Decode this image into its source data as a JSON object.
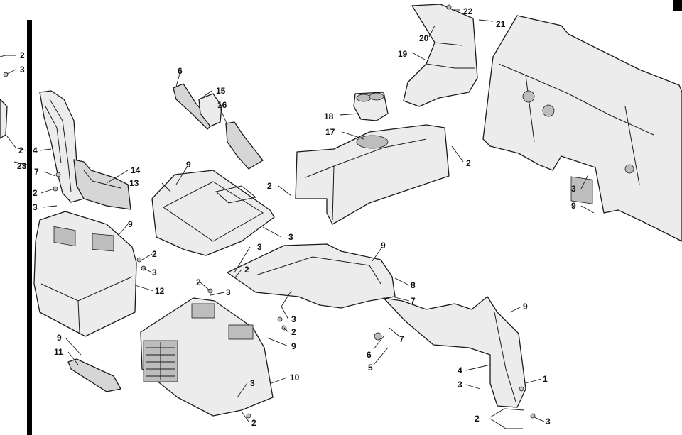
{
  "diagram": {
    "parts": [
      {
        "id": "left-console-trim"
      },
      {
        "id": "left-shroud-panel"
      },
      {
        "id": "storage-bin-upper"
      },
      {
        "id": "storage-bin-lower"
      },
      {
        "id": "glove-box-tray"
      },
      {
        "id": "bracket-6"
      },
      {
        "id": "cover-15"
      },
      {
        "id": "cover-16"
      },
      {
        "id": "center-console"
      },
      {
        "id": "cup-holder"
      },
      {
        "id": "dash-panel-upper"
      },
      {
        "id": "rear-bulkhead-panel"
      },
      {
        "id": "floor-pan"
      },
      {
        "id": "side-panel-right"
      },
      {
        "id": "handle-11"
      }
    ],
    "callouts": [
      {
        "label": "2"
      },
      {
        "label": "3"
      },
      {
        "label": "2"
      },
      {
        "label": "4"
      },
      {
        "label": "23"
      },
      {
        "label": "7"
      },
      {
        "label": "2"
      },
      {
        "label": "3"
      },
      {
        "label": "14"
      },
      {
        "label": "6"
      },
      {
        "label": "15"
      },
      {
        "label": "16"
      },
      {
        "label": "9"
      },
      {
        "label": "13"
      },
      {
        "label": "3"
      },
      {
        "label": "2"
      },
      {
        "label": "18"
      },
      {
        "label": "17"
      },
      {
        "label": "2"
      },
      {
        "label": "22"
      },
      {
        "label": "21"
      },
      {
        "label": "20"
      },
      {
        "label": "19"
      },
      {
        "label": "3"
      },
      {
        "label": "9"
      },
      {
        "label": "9"
      },
      {
        "label": "2"
      },
      {
        "label": "3"
      },
      {
        "label": "12"
      },
      {
        "label": "2"
      },
      {
        "label": "3"
      },
      {
        "label": "9"
      },
      {
        "label": "8"
      },
      {
        "label": "7"
      },
      {
        "label": "3"
      },
      {
        "label": "2"
      },
      {
        "label": "3"
      },
      {
        "label": "2"
      },
      {
        "label": "9"
      },
      {
        "label": "10"
      },
      {
        "label": "3"
      },
      {
        "label": "2"
      },
      {
        "label": "9"
      },
      {
        "label": "11"
      },
      {
        "label": "6"
      },
      {
        "label": "7"
      },
      {
        "label": "5"
      },
      {
        "label": "9"
      },
      {
        "label": "4"
      },
      {
        "label": "1"
      },
      {
        "label": "3"
      },
      {
        "label": "2"
      },
      {
        "label": "3"
      }
    ]
  }
}
